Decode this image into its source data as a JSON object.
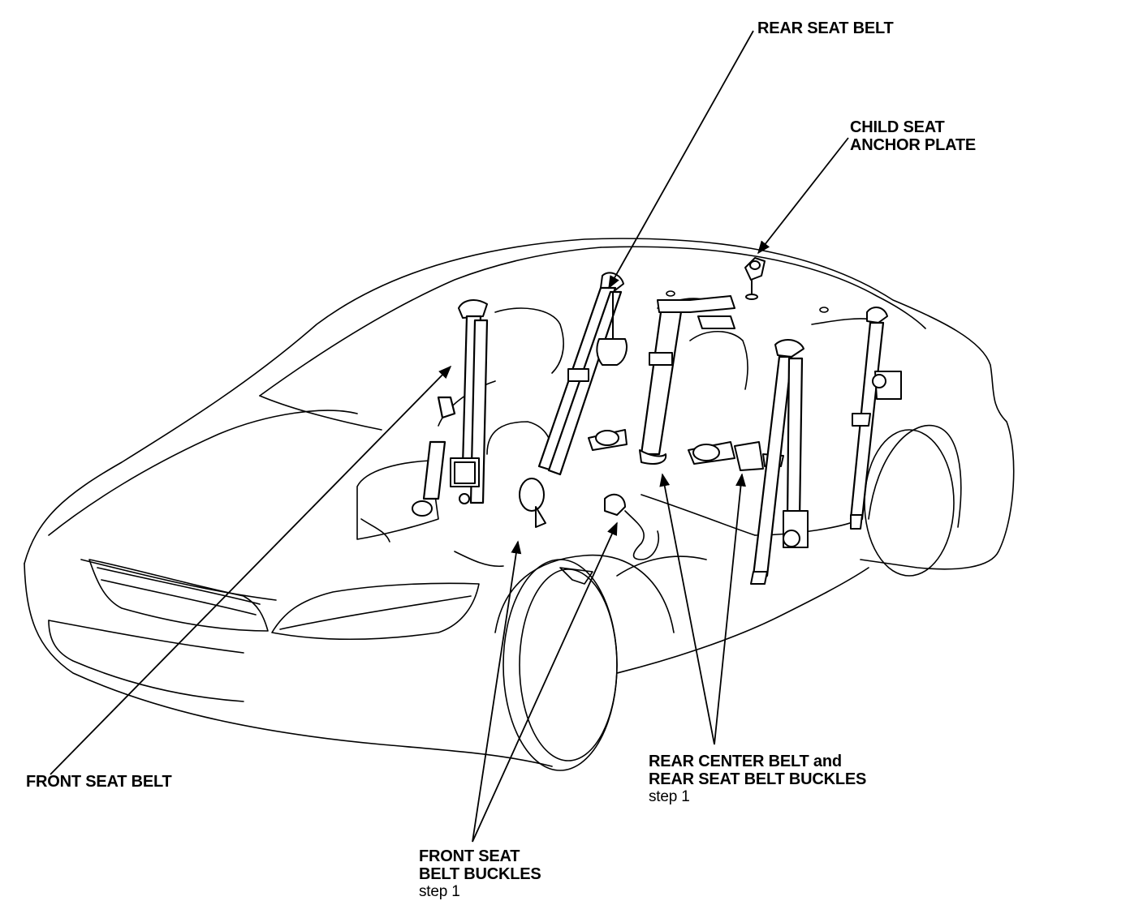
{
  "labels": {
    "rear_seat_belt": "REAR SEAT BELT",
    "child_seat_anchor_plate": [
      "CHILD SEAT",
      "ANCHOR PLATE"
    ],
    "front_seat_belt": "FRONT SEAT BELT",
    "rear_center_belt_buckles": [
      "REAR CENTER BELT and",
      "REAR SEAT BELT BUCKLES"
    ],
    "rear_center_belt_step": "step 1",
    "front_seat_belt_buckles": [
      "FRONT SEAT",
      "BELT BUCKLES"
    ],
    "front_seat_belt_buckles_step": "step 1"
  },
  "colors": {
    "line": "#000000",
    "background": "#ffffff"
  }
}
